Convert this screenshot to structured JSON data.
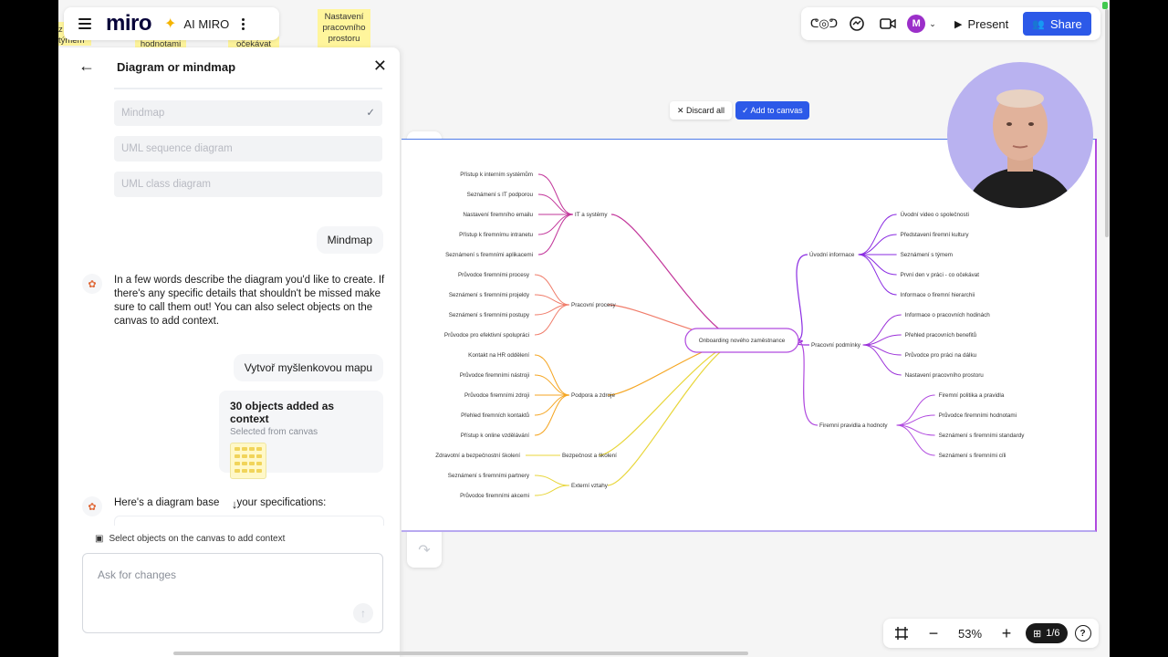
{
  "app": {
    "logo": "miro",
    "ai_label": "AI MIRO"
  },
  "stickies": [
    {
      "text": "z\ntýmem"
    },
    {
      "text": "hodnotami"
    },
    {
      "text": "očekávat"
    },
    {
      "text": "Nastavení\npracovního\nprostoru"
    }
  ],
  "topbar_right": {
    "present_label": "Present",
    "share_label": "Share",
    "avatar_letter": "M"
  },
  "panel": {
    "title": "Diagram or mindmap",
    "options": [
      "Mindmap",
      "UML sequence diagram",
      "UML class diagram"
    ],
    "selected_option": "Mindmap",
    "messages": {
      "user_1": "Mindmap",
      "ai_1": "In a few words describe the diagram you'd like to create. If there's any specific details that shouldn't be missed make sure to call them out! You can also select objects on the canvas to add context.",
      "user_2": "Vytvoř myšlenkovou mapu",
      "ai_2": "Here's a diagram base      your specifications:"
    },
    "context_card": {
      "title": "30 objects added as context",
      "subtitle": "Selected from canvas"
    },
    "context_row": "Select objects on the canvas to add context",
    "ask_placeholder": "Ask for changes"
  },
  "diagram_actions": {
    "discard": "✕ Discard all",
    "add": "✓ Add to canvas"
  },
  "zoom": {
    "value": "53%",
    "pages": "1/6"
  },
  "mindmap": {
    "center": "Onboarding nového zaměstnance",
    "left_branches": [
      {
        "label": "IT a systémy",
        "color": "#c2359a",
        "children": [
          "Přístup k interním systémům",
          "Seznámení s IT podporou",
          "Nastavení firemního emailu",
          "Přístup k firemnímu intranetu",
          "Seznámení s firemními aplikacemi"
        ]
      },
      {
        "label": "Pracovní procesy",
        "color": "#f07c6a",
        "children": [
          "Průvodce firemními procesy",
          "Seznámení s firemními projekty",
          "Seznámení s firemními postupy",
          "Průvodce pro efektivní spolupráci"
        ]
      },
      {
        "label": "Podpora a zdroje",
        "color": "#f5a623",
        "children": [
          "Kontakt na HR oddělení",
          "Průvodce firemními nástroji",
          "Průvodce firemními zdroji",
          "Přehled firemních kontaktů",
          "Přístup k online vzdělávání"
        ]
      },
      {
        "label": "Bezpečnost a školení",
        "color": "#e8d63a",
        "children": [
          "Zdravotní a bezpečnostní školení"
        ]
      },
      {
        "label": "Externí vztahy",
        "color": "#e8d63a",
        "children": [
          "Seznámení s firemními partnery",
          "Průvodce firemními akcemi"
        ]
      }
    ],
    "right_branches": [
      {
        "label": "Úvodní informace",
        "color": "#8a2be2",
        "children": [
          "Úvodní video o společnosti",
          "Představení firemní kultury",
          "Seznámení s týmem",
          "První den v práci - co očekávat",
          "Informace o firemní hierarchii"
        ]
      },
      {
        "label": "Pracovní podmínky",
        "color": "#9b30d9",
        "children": [
          "Informace o pracovních hodinách",
          "Přehled pracovních benefitů",
          "Průvodce pro práci na dálku",
          "Nastavení pracovního prostoru"
        ]
      },
      {
        "label": "Firemní pravidla a hodnoty",
        "color": "#b04adf",
        "children": [
          "Firemní politika a pravidla",
          "Průvodce firemními hodnotami",
          "Seznámení s firemními standardy",
          "Seznámení s firemními cíli"
        ]
      }
    ]
  }
}
